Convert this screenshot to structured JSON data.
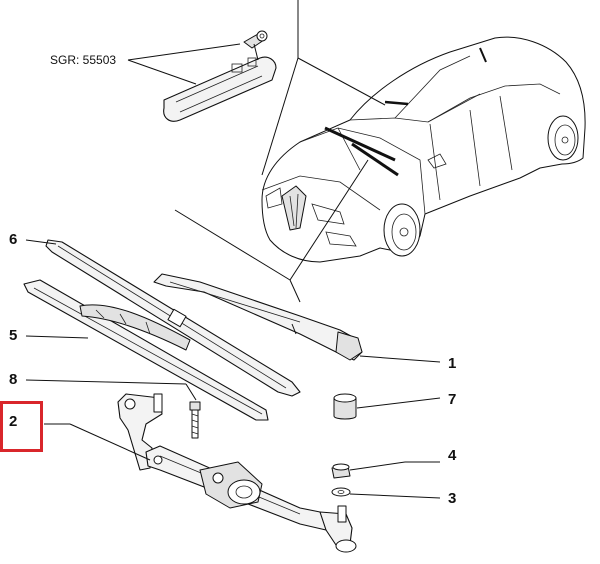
{
  "diagram": {
    "reference_label": "SGR: 55503",
    "callouts": {
      "wiper_blade_rubber": "6",
      "wiper_blade": "5",
      "bolt": "8",
      "linkage_motor_assembly": "2",
      "wiper_arm": "1",
      "cap": "7",
      "nut": "4",
      "washer": "3"
    },
    "highlight_color": "#d9262b"
  }
}
